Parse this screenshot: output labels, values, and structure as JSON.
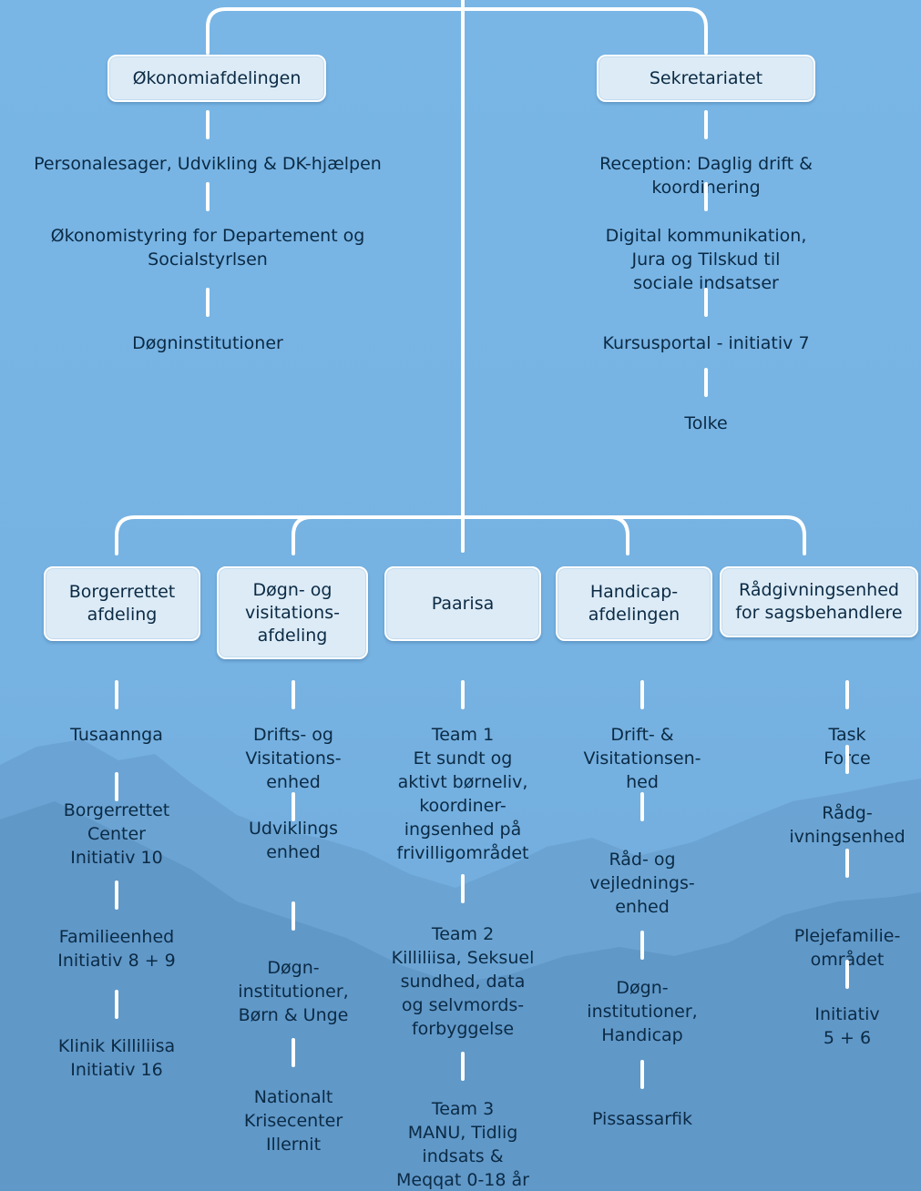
{
  "top_units": {
    "left": {
      "title": "Økonomiafdelingen",
      "items": [
        "Personalesager, Udvikling & DK-hjælpen",
        "Økonomistyring for Departement og\nSocialstyrlsen",
        "Døgninstitutioner"
      ]
    },
    "right": {
      "title": "Sekretariatet",
      "items": [
        "Reception: Daglig drift & koordinering",
        "Digital kommunikation, Jura og Tilskud til\nsociale indsatser",
        "Kursusportal - initiativ 7",
        "Tolke"
      ]
    }
  },
  "departments": [
    {
      "title": "Borgerrettet\nafdeling",
      "items": [
        "Tusaannga",
        "Borgerrettet\nCenter\nInitiativ 10",
        "Familieenhed\nInitiativ 8 + 9",
        "Klinik Killiliisa\nInitiativ 16"
      ]
    },
    {
      "title": "Døgn- og\nvisitations-\nafdeling",
      "items": [
        "Drifts- og\nVisitations-\nenhed",
        "Udviklings\nenhed",
        "Døgn-\ninstitutioner,\nBørn & Unge",
        "Nationalt\nKrisecenter\nIllernit"
      ]
    },
    {
      "title": "Paarisa",
      "items": [
        "Team 1\nEt sundt og\naktivt børneliv,\nkoordiner-\ningsenhed på\nfrivilligområdet",
        "Team 2\nKilliliisa, Seksuel\nsundhed, data\nog selvmords-\nforbyggelse",
        "Team 3\nMANU, Tidlig\nindsats &\nMeqqat 0-18 år"
      ]
    },
    {
      "title": "Handicap-\nafdelingen",
      "items": [
        "Drift- &\nVisitationsen-\nhed",
        "Råd- og\nvejlednings-\nenhed",
        "Døgn-\ninstitutioner,\nHandicap",
        "Pissassarfik"
      ]
    },
    {
      "title": "Rådgivningsenhed\nfor sagsbehandlere",
      "items": [
        "Task Force",
        "Rådg-\nivningsenhed",
        "Plejefamilie-\nområdet",
        "Initiativ 5 + 6"
      ]
    }
  ],
  "colors": {
    "background": "#79b6e6",
    "box_fill": "#dcebf6",
    "connector": "#ffffff",
    "text": "#0b2a44",
    "mountains": "#5f97c6"
  }
}
